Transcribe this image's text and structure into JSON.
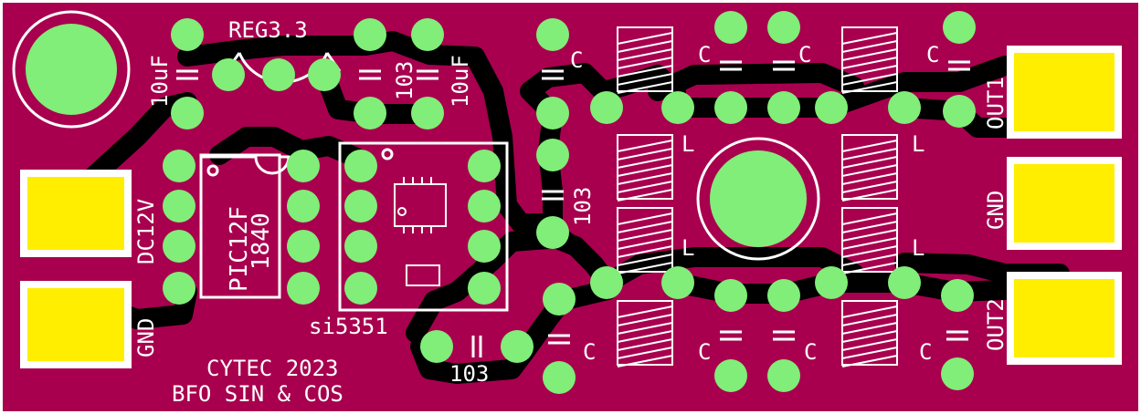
{
  "board": {
    "colors": {
      "substrate": "#a8004e",
      "trace": "#000000",
      "pad": "#80ee78",
      "silk": "#ffffff",
      "gold": "#ffee00"
    },
    "labels": {
      "reg": "REG3.3",
      "cap_10uf_left": "10uF",
      "cap_103_top": "103",
      "cap_10uf_right": "10uF",
      "dc12v": "DC12V",
      "gnd_left": "GND",
      "mcu_line1": "PIC12F",
      "mcu_line2": "1840",
      "synth": "si5351",
      "cap_103_mid": "103",
      "cap_103_bottom": "103",
      "out1": "OUT1",
      "gnd_right": "GND",
      "out2": "OUT2",
      "inductor": "L",
      "cap_c": "C",
      "credit_line1": "CYTEC 2023",
      "credit_line2": "BFO SIN & COS"
    }
  }
}
